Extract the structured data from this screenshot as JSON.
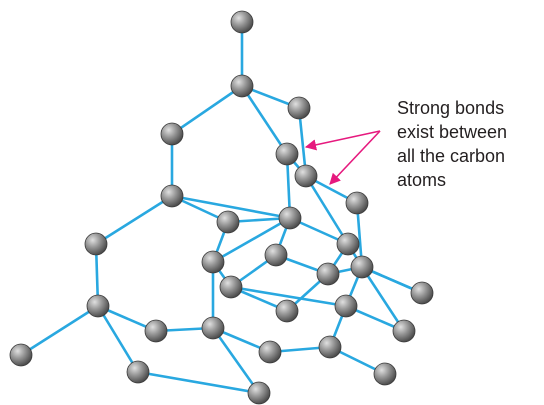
{
  "annotation": {
    "lines": [
      "Strong bonds",
      "exist between",
      "all the carbon",
      "atoms"
    ]
  },
  "colors": {
    "bond": "#29a8e0",
    "atom_fill": "#8c8c8c",
    "atom_highlight": "#d9d9d9",
    "atom_outline": "#3a3a3a",
    "pointer": "#e6197e",
    "text": "#231f20"
  }
}
